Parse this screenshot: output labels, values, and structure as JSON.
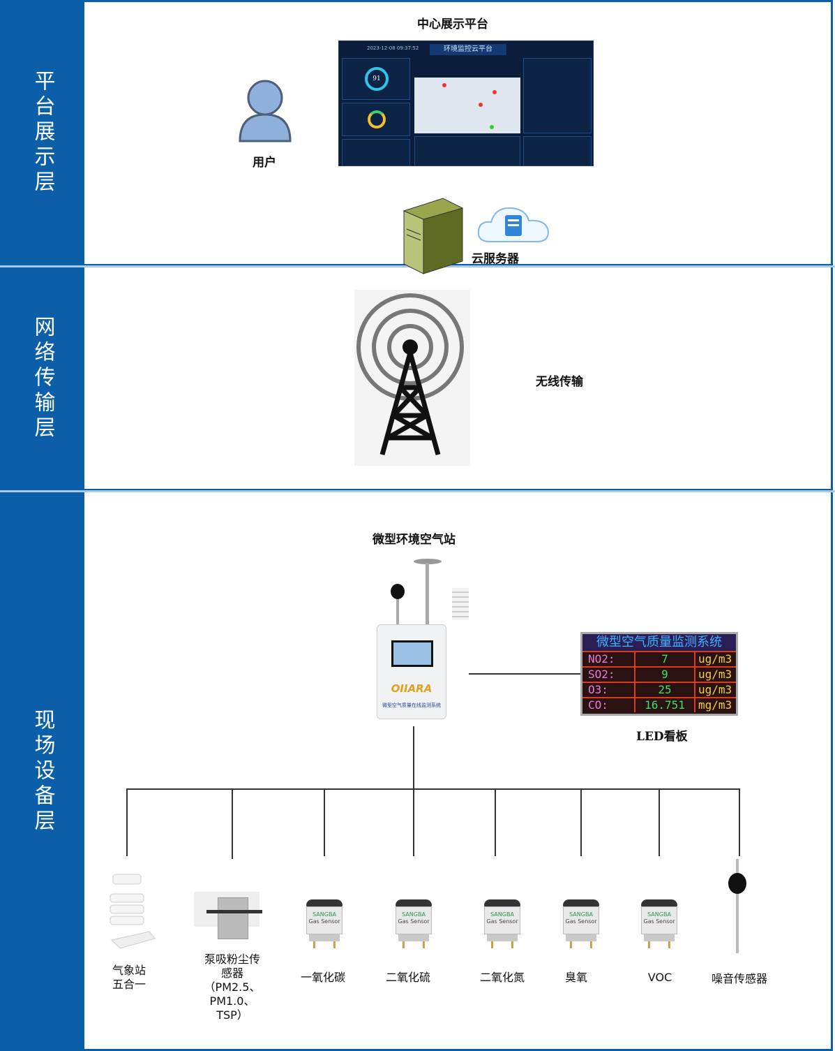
{
  "layers": [
    {
      "label": "平台展示层"
    },
    {
      "label": "网络传输层"
    },
    {
      "label": "现场设备层"
    }
  ],
  "platform": {
    "title": "中心展示平台",
    "user_label": "用户",
    "server_label": "云服务器",
    "dashboard": {
      "title": "环境监控云平台",
      "time": "2023-12-08 09:37:52",
      "gauge_value": "91"
    }
  },
  "network": {
    "label": "无线传输"
  },
  "field": {
    "station_title": "微型环境空气站",
    "station_brand": "OIIARA",
    "station_caption": "微型空气质量在线监测系统",
    "led": {
      "label": "LED看板",
      "title": "微型空气质量监测系统",
      "rows": [
        {
          "name": "NO2:",
          "value": "7",
          "unit": "ug/m3"
        },
        {
          "name": "SO2:",
          "value": "9",
          "unit": "ug/m3"
        },
        {
          "name": "O3:",
          "value": "25",
          "unit": "ug/m3"
        },
        {
          "name": "CO:",
          "value": "16.751",
          "unit": "mg/m3"
        }
      ]
    },
    "sensor_brand": "SANGBA",
    "sensor_sub": "Gas Sensor",
    "devices": [
      {
        "label": "气象站\n五合一"
      },
      {
        "label": "泵吸粉尘传\n感器\n（PM2.5、\nPM1.0、\nTSP）"
      },
      {
        "label": "一氧化碳"
      },
      {
        "label": "二氧化硫"
      },
      {
        "label": "二氧化氮"
      },
      {
        "label": "臭氧"
      },
      {
        "label": "VOC"
      },
      {
        "label": "噪音传感器"
      }
    ]
  },
  "colors": {
    "layer_blue": "#0a5fa8",
    "dashboard_bg": "#0b1d3a"
  }
}
